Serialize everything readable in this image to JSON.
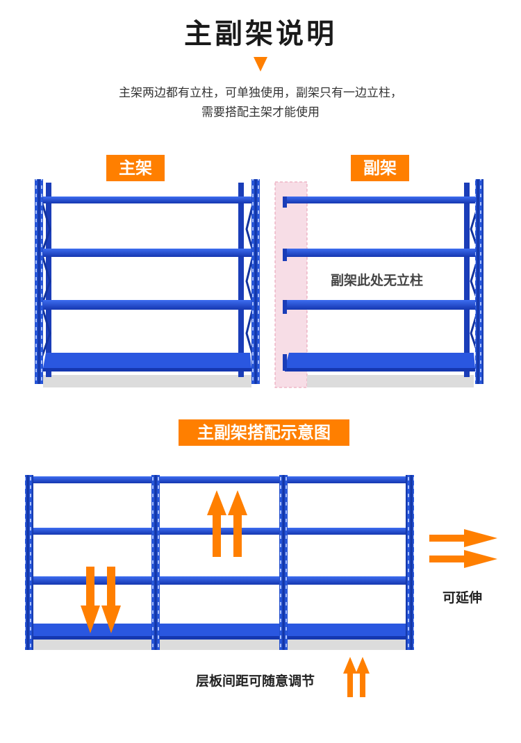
{
  "header": {
    "title": "主副架说明",
    "description_line1": "主架两边都有立柱，可单独使用，副架只有一边立柱，",
    "description_line2": "需要搭配主架才能使用"
  },
  "labels": {
    "main_rack": "主架",
    "sub_rack": "副架",
    "combo": "主副架搭配示意图"
  },
  "notes": {
    "no_post_here": "副架此处无立柱",
    "extendable": "可延伸",
    "adjustable": "层板间距可随意调节"
  },
  "colors": {
    "accent_orange": "#ff7f00",
    "rack_blue": "#1f4fd1",
    "rack_blue_dark": "#0f2f9a",
    "highlight_pink": "#f7dde6"
  },
  "icons": {
    "title_arrow": "chevron-down-icon",
    "extend_arrows": "arrow-right-icon",
    "adjust_arrows": "arrow-up-down-icon"
  }
}
